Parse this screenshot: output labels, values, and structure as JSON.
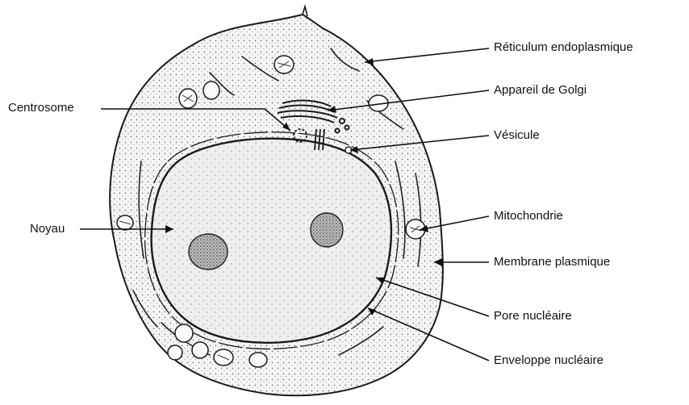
{
  "labels": {
    "reticulum": "Réticulum endoplasmique",
    "golgi": "Appareil de Golgi",
    "centrosome": "Centrosome",
    "vesicule": "Vésicule",
    "noyau": "Noyau",
    "mitochondrie": "Mitochondrie",
    "membrane": "Membrane plasmique",
    "pore": "Pore nucléaire",
    "enveloppe": "Enveloppe nucléaire"
  },
  "colors": {
    "ink": "#1a1a1a",
    "cytoplasm": "#f2f2f2",
    "nucleoplasm": "#ececec"
  }
}
